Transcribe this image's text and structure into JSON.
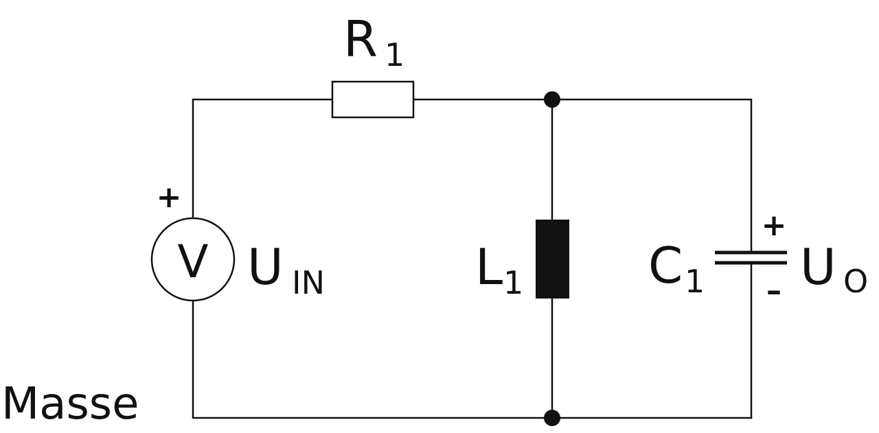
{
  "diagram": {
    "resistor": {
      "label": "R",
      "subscript": "1"
    },
    "source": {
      "symbol": "V",
      "label": "U",
      "subscript": "IN",
      "polarity": "+"
    },
    "inductor": {
      "label": "L",
      "subscript": "1"
    },
    "capacitor": {
      "label": "C",
      "subscript": "1",
      "polarity_plus": "+",
      "polarity_minus": "–"
    },
    "output": {
      "label": "U",
      "subscript": "O"
    },
    "ground": {
      "label": "Masse"
    }
  },
  "colors": {
    "ink": "#111111",
    "background": "#ffffff"
  }
}
